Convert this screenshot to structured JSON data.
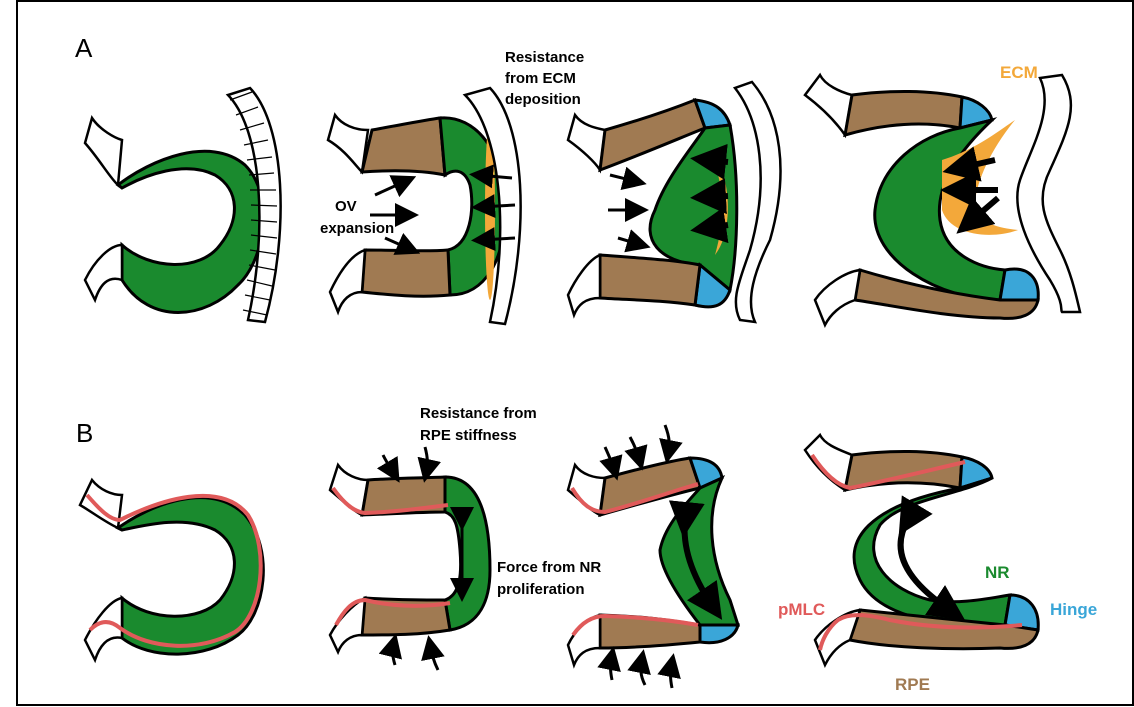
{
  "panels": {
    "a_label": "A",
    "b_label": "B"
  },
  "annotations": {
    "ov_expansion_line1": "OV",
    "ov_expansion_line2": "expansion",
    "ecm_resistance_line1": "Resistance",
    "ecm_resistance_line2": "from ECM",
    "ecm_resistance_line3": "deposition",
    "ecm_label": "ECM",
    "rpe_resistance_line1": "Resistance from",
    "rpe_resistance_line2": "RPE stiffness",
    "nr_force_line1": "Force from NR",
    "nr_force_line2": "proliferation"
  },
  "legend": {
    "pmlc": "pMLC",
    "nr": "NR",
    "hinge": "Hinge",
    "rpe": "RPE"
  },
  "colors": {
    "nr": "#1a8a2e",
    "rpe": "#a07a52",
    "hinge": "#3aa6d8",
    "ecm": "#f3a83a",
    "pmlc": "#e05a5a"
  }
}
